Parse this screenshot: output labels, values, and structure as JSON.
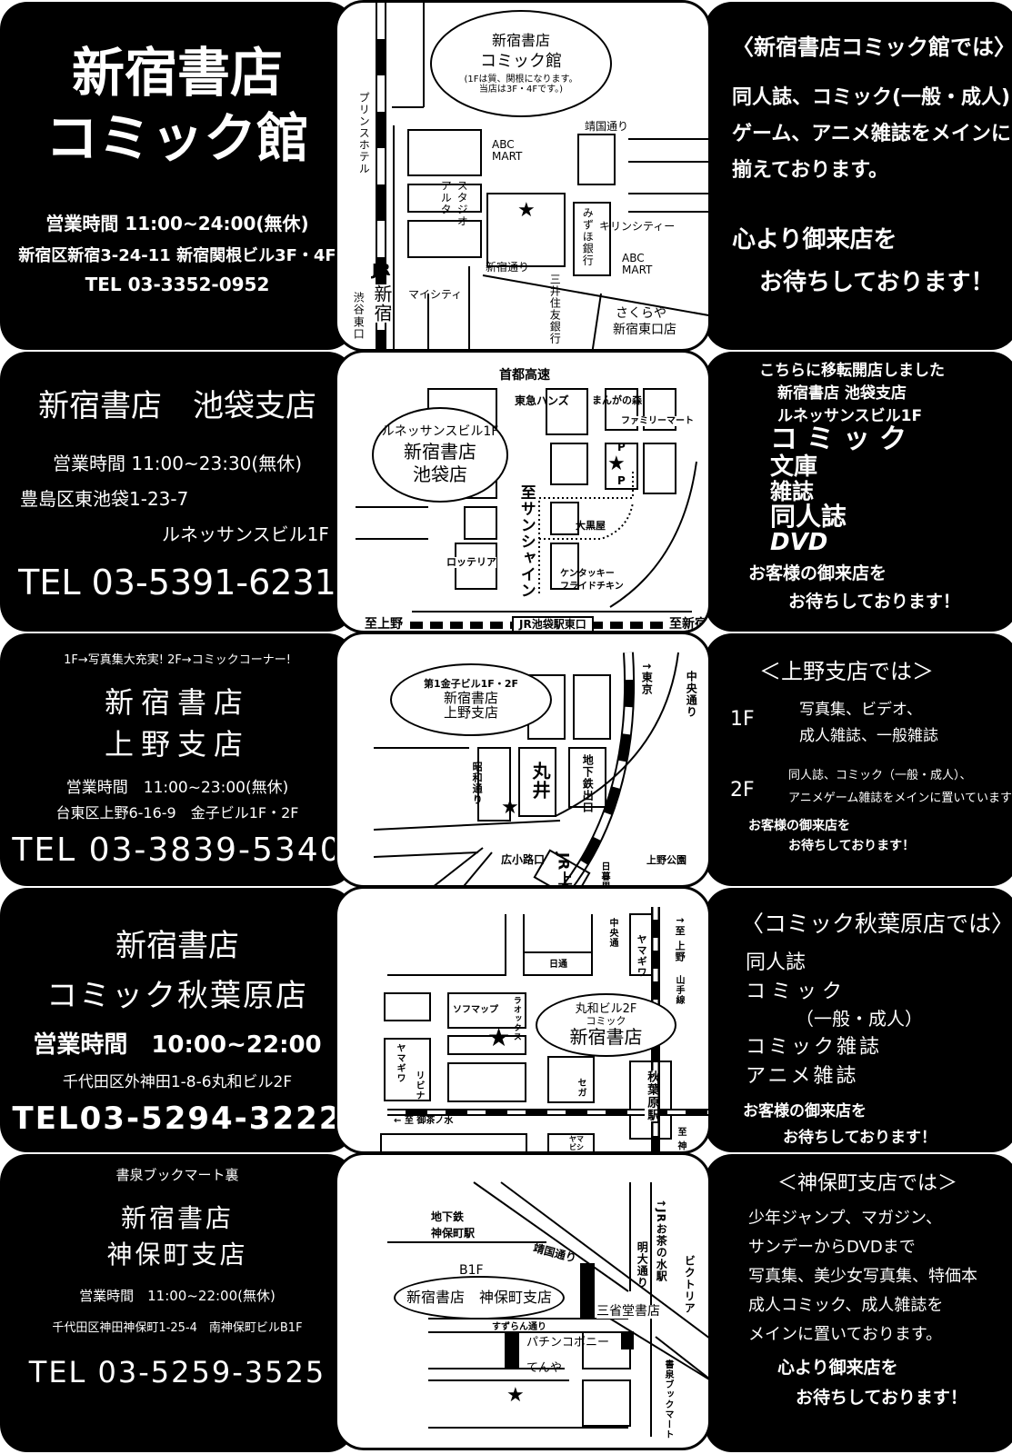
{
  "shops": [
    {
      "left": {
        "title1": "新宿書店",
        "title2": "コミック館",
        "hours": "営業時間 11:00~24:00(無休)",
        "address": "新宿区新宿3-24-11 新宿関根ビル3F・4F",
        "tel": "TEL 03-3352-0952"
      },
      "map": {
        "balloon1": "新宿書店",
        "balloon2": "コミック館",
        "balloon3": "(1Fは質、関根になります。",
        "balloon4": "当店は3F・4Fです。)",
        "prince": "プリンスホテル",
        "abc1": "ABC MART",
        "alta": "アルタ",
        "studio": "スタジオ",
        "yasukuni": "靖国通り",
        "mizuho": "みずほ銀行",
        "kirin": "キリンシティー",
        "abc2": "ABC MART",
        "shinjuku_dori": "新宿通り",
        "mitsui": "三井住友銀行",
        "jr": "JR",
        "jr_station": "新宿",
        "shibuya": "渋谷",
        "higashiguchi": "東口",
        "mycity": "マイシティ",
        "sakuraya1": "さくらや",
        "sakuraya2": "新宿東口店"
      },
      "right": {
        "heading": "〈新宿書店コミック館では〉",
        "l1": "同人誌、コミック(一般・成人)",
        "l2": "ゲーム、アニメ雑誌をメインに",
        "l3": "揃えております。",
        "l4": "心より御来店を",
        "l5": "お待ちしております！"
      }
    },
    {
      "left": {
        "title": "新宿書店　池袋支店",
        "hours": "営業時間 11:00~23:30(無休)",
        "address1": "豊島区東池袋1-23-7",
        "address2": "ルネッサンスビル1F",
        "tel": "TEL 03-5391-6231"
      },
      "map": {
        "expressway": "首都高速",
        "hands": "東急ハンズ",
        "manga": "まんがの森",
        "famima": "ファミリーマート",
        "balloon1": "ルネッサンスビル1F",
        "balloon2": "新宿書店",
        "balloon3": "池袋店",
        "parking": "P",
        "sunshine": "至サンシャイン",
        "daikoku": "大黒屋",
        "lotteria": "ロッテリア",
        "kfc1": "ケンタッキー",
        "kfc2": "フライドチキン",
        "to_ueno": "至上野",
        "station": "JR池袋駅東口",
        "to_shinjuku": "至新宿"
      },
      "right": {
        "l1": "こちらに移転開店しました",
        "l2": "新宿書店 池袋支店",
        "l3": "ルネッサンスビル1F",
        "items": [
          "コミック",
          "文庫",
          "雑誌",
          "同人誌",
          "DVD"
        ],
        "l4": "お客様の御来店を",
        "l5": "お待ちしております！"
      }
    },
    {
      "left": {
        "tagline": "1F→写真集大充実! 2F→コミックコーナー!",
        "title1": "新宿書店",
        "title2": "上野支店",
        "hours": "営業時間　11:00~23:00(無休)",
        "address": "台東区上野6-16-9　金子ビル1F・2F",
        "tel": "TEL 03-3839-5340"
      },
      "map": {
        "balloon1": "第1金子ビル1F・2F",
        "balloon2": "新宿書店",
        "balloon3": "上野支店",
        "showa": "昭和通り",
        "marui": "丸井",
        "subway": "地下鉄出口",
        "tokyo": "↑東京",
        "chuo": "中央通り",
        "hirokoji": "広小路口",
        "jr": "JR上野",
        "nippori": "日暮里↓",
        "park": "上野公園"
      },
      "right": {
        "heading": "＜上野支店では＞",
        "f1": "1F",
        "f1a": "写真集、ビデオ、",
        "f1b": "成人雑誌、一般雑誌",
        "f2": "2F",
        "f2a": "同人誌、コミック（一般・成人）、",
        "f2b": "アニメゲーム雑誌をメインに置いています",
        "l1": "お客様の御来店を",
        "l2": "お待ちしております！"
      }
    },
    {
      "left": {
        "title1": "新宿書店",
        "title2": "コミック秋葉原店",
        "hours": "営業時間　10:00~22:00",
        "address": "千代田区外神田1-8-6丸和ビル2F",
        "tel": "TEL03-5294-3222"
      },
      "map": {
        "chuo": "中央通",
        "yamagiwa1": "ヤマギワ",
        "to_ueno": "↑至 上野",
        "nittsu": "日通",
        "yamanote": "山手線",
        "sofmap": "ソフマップ",
        "laox": "ラオックス",
        "balloon1": "丸和ビル2F",
        "balloon2": "コミック",
        "balloon3": "新宿書店",
        "yamagiwa2": "ヤマギワ",
        "livina": "リビナ",
        "sega": "セガ",
        "station": "秋葉原駅",
        "ochanomizu": "← 至 御茶ノ水",
        "kanda": "至 神田↓",
        "yama": "ヤマ ビシ"
      },
      "right": {
        "heading": "〈コミック秋葉原店では〉",
        "l1": "同人誌",
        "l2": "コミック",
        "l3": "（一般・成人）",
        "l4": "コミック雑誌",
        "l5": "アニメ雑誌",
        "l6": "お客様の御来店を",
        "l7": "お待ちしております！"
      }
    },
    {
      "left": {
        "tagline": "書泉ブックマート裏",
        "title1": "新宿書店",
        "title2": "神保町支店",
        "hours": "営業時間　11:00~22:00(無休)",
        "address": "千代田区神田神保町1-25-4　南神保町ビルB1F",
        "tel": "TEL 03-5259-3525"
      },
      "map": {
        "subway1": "地下鉄",
        "subway2": "神保町駅",
        "yasukuni": "靖国通り",
        "floor": "B1F",
        "balloon": "新宿書店　神保町支店",
        "meidai": "明大通り",
        "ochanomizu": "↑JRお茶の水駅",
        "victoria": "ビクトリア",
        "sanseido": "三省堂書店",
        "suzuran": "すずらん通り",
        "pachinko": "パチンコポニー",
        "tenya": "てんや",
        "shosen": "書泉ブックマート"
      },
      "right": {
        "heading": "＜神保町支店では＞",
        "l1": "少年ジャンプ、マガジン、",
        "l2": "サンデーからDVDまで",
        "l3": "写真集、美少女写真集、特価本",
        "l4": "成人コミック、成人雑誌を",
        "l5": "メインに置いております。",
        "l6": "心より御来店を",
        "l7": "お待ちしております！"
      }
    }
  ],
  "colors": {
    "panel": "#000000",
    "paper": "#ffffff"
  }
}
